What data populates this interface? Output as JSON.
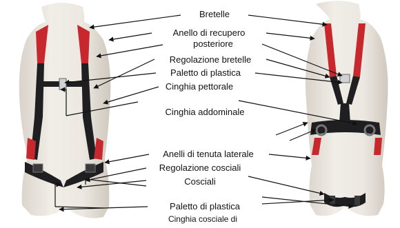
{
  "labels": {
    "bretelle": "Bretelle",
    "anello_line1": "Anello di recupero",
    "anello_line2": "posteriore",
    "regolazione_bretelle": "Regolazione bretelle",
    "paletto_top": "Paletto di plastica",
    "cinghia_pettorale": "Cinghia pettorale",
    "cinghia_addominale": "Cinghia addominale",
    "anelli_laterali": "Anelli di tenuta laterale",
    "regolazione_cosciali": "Regolazione cosciali",
    "cosciali": "Cosciali",
    "paletto_bottom": "Paletto di plastica",
    "cinghia_cosciale": "Cinghia cosciale di"
  },
  "colors": {
    "mannequin": "#ebe7e1",
    "mannequin_shade": "#d6d0c7",
    "strap_dark": "#1f1f22",
    "strap_red": "#c7282e",
    "arrow": "#111111"
  }
}
